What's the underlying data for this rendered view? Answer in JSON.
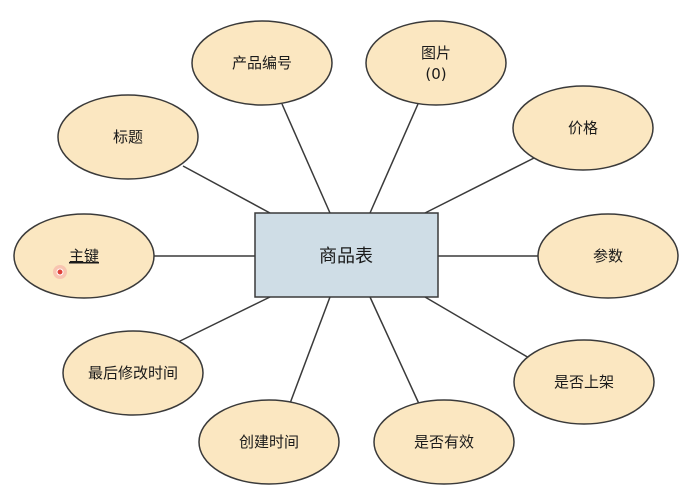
{
  "entity": {
    "label": "商品表",
    "fill": "#cfdde6"
  },
  "attributes": [
    {
      "id": "product-code",
      "label": "产品编号"
    },
    {
      "id": "image",
      "label": "图片",
      "sublabel": "(0)"
    },
    {
      "id": "price",
      "label": "价格"
    },
    {
      "id": "params",
      "label": "参数"
    },
    {
      "id": "is-listed",
      "label": "是否上架"
    },
    {
      "id": "is-valid",
      "label": "是否有效"
    },
    {
      "id": "created-time",
      "label": "创建时间"
    },
    {
      "id": "last-modified",
      "label": "最后修改时间"
    },
    {
      "id": "primary-key",
      "label": "主键",
      "primary": true
    },
    {
      "id": "title",
      "label": "标题"
    }
  ],
  "colors": {
    "attribute_fill": "#fbe7c1",
    "outline": "#3a3a3a",
    "cursor": "#e0423a"
  }
}
